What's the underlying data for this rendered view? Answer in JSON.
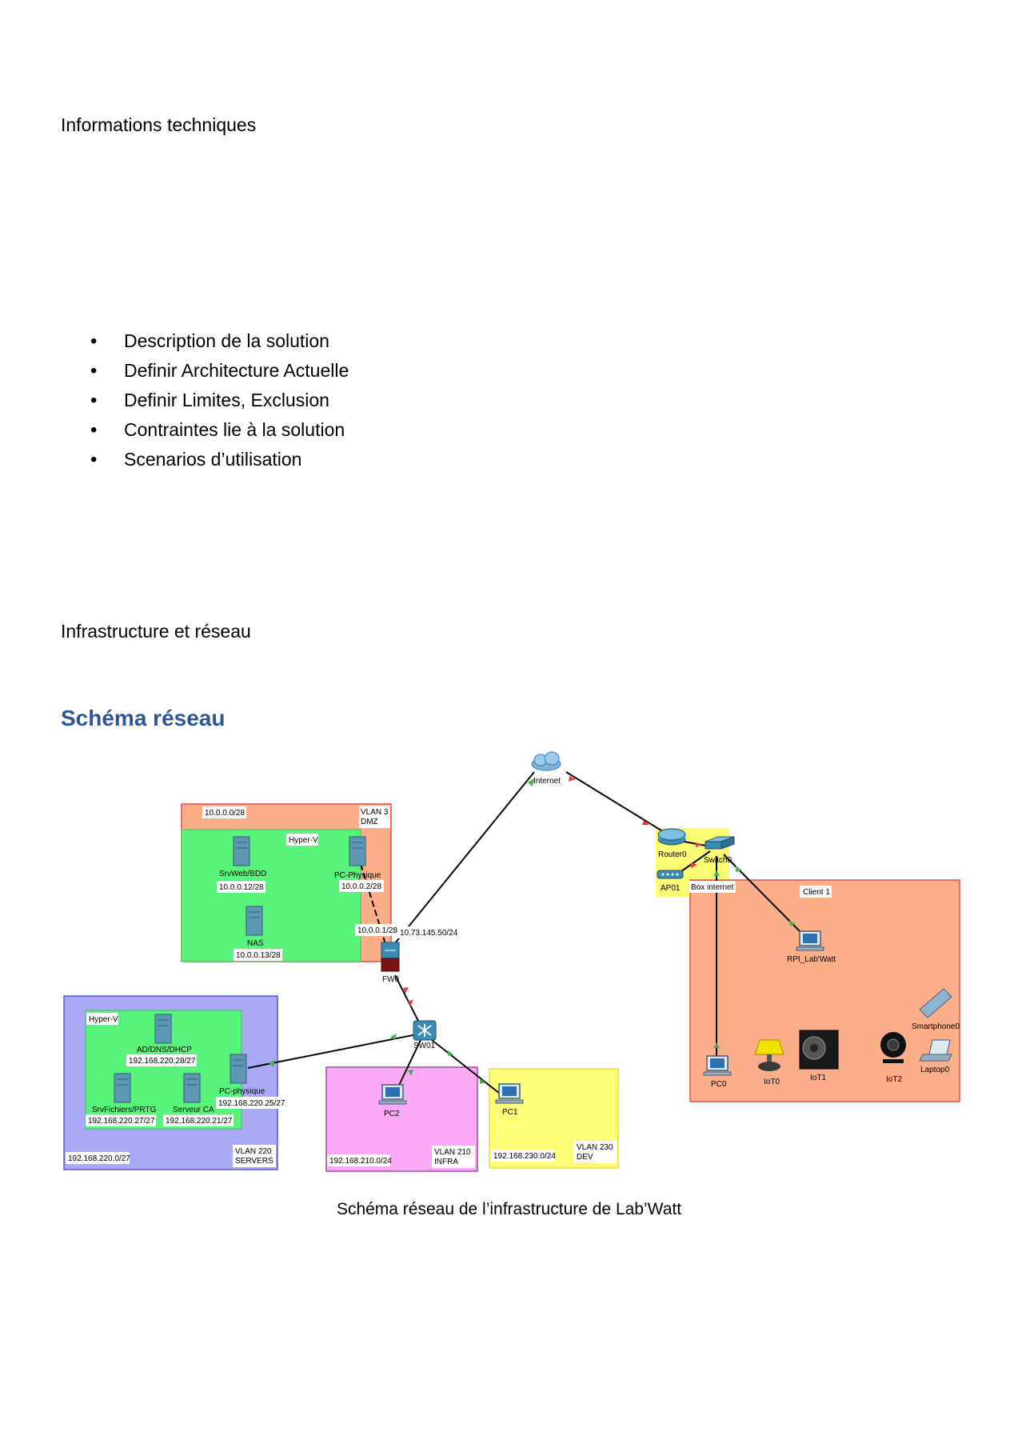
{
  "document": {
    "section_tech": "Informations techniques",
    "bullets": [
      "Description de la solution",
      "Definir Architecture Actuelle",
      "Definir Limites, Exclusion",
      "Contraintes lie à la solution",
      "Scenarios d’utilisation"
    ],
    "section_infra": "Infrastructure et réseau",
    "heading": "Schéma réseau",
    "caption": "Schéma réseau de l’infrastructure de Lab’Watt"
  },
  "diagram": {
    "internet": "Internet",
    "dmz": {
      "subnet": "10.0.0.0/28",
      "vlan": "VLAN 3",
      "name": "DMZ",
      "hyperv": "Hyper-V",
      "srvweb": "SrvWeb/BDD",
      "srvweb_ip": "10.0.0.12/28",
      "pcphys": "PC-Physique",
      "pcphys_ip": "10.0.0.2/28",
      "nas": "NAS",
      "nas_ip": "10.0.0.13/28",
      "gw_ip": "10.0.0.1/28"
    },
    "fw": {
      "name": "FW0",
      "wan_ip": "10.73.145.50/24"
    },
    "servers": {
      "hyperv": "Hyper-V",
      "ad": "AD/DNS/DHCP",
      "ad_ip": "192.168.220.28/27",
      "pcphys": "PC-physique",
      "pcphys_ip": "192.168.220.25/27",
      "srvfich": "SrvFichiers/PRTG",
      "srvfich_ip": "192.168.220.27/27",
      "ca": "Serveur CA",
      "ca_ip": "192.168.220.21/27",
      "subnet": "192.168.220.0/27",
      "vlan": "VLAN 220",
      "name": "SERVERS"
    },
    "sw01": "SW01",
    "infra": {
      "pc": "PC2",
      "subnet": "192.168.210.0/24",
      "vlan": "VLAN 210",
      "name": "INFRA"
    },
    "dev": {
      "pc": "PC1",
      "subnet": "192.168.230.0/24",
      "vlan": "VLAN 230",
      "name": "DEV"
    },
    "box": {
      "router": "Router0",
      "switch": "Switch0",
      "ap": "AP01",
      "label": "Box internet"
    },
    "client": {
      "label": "Client 1",
      "rpi": "RPI_Lab'Watt",
      "smartphone": "Smartphone0",
      "laptop": "Laptop0",
      "pc0": "PC0",
      "iot0": "IoT0",
      "iot1": "IoT1",
      "iot2": "IoT2"
    },
    "colors": {
      "dmz": "#fcae89",
      "hyperv": "#57f37a",
      "servers": "#a9a9f5",
      "infra": "#fba9f6",
      "dev": "#fefe77",
      "box": "#fcfc73",
      "client": "#fcae89",
      "heading": "#2f5597"
    }
  }
}
